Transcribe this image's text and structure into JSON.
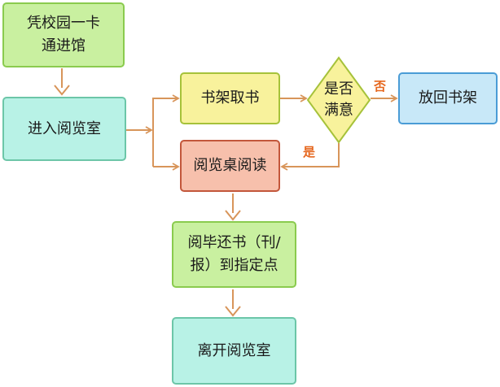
{
  "nodes": {
    "swipe_card": "凭校园一卡\n通进馆",
    "enter_room": "进入阅览室",
    "take_book": "书架取书",
    "satisfied": "是否\n满意",
    "return_shelf": "放回书架",
    "desk_read": "阅览桌阅读",
    "return_item": "阅毕还书（刊/\n报）到指定点",
    "leave_room": "离开阅览室"
  },
  "edge_labels": {
    "no": "否",
    "yes": "是"
  },
  "colors": {
    "green_fill": "#c9f0a0",
    "teal_fill": "#b8f2e6",
    "yellow_fill": "#f8f29c",
    "salmon_fill": "#f7c0ac",
    "blue_fill": "#c8e8f8",
    "arrow": "#d8955a",
    "label_orange": "#e6671e"
  }
}
